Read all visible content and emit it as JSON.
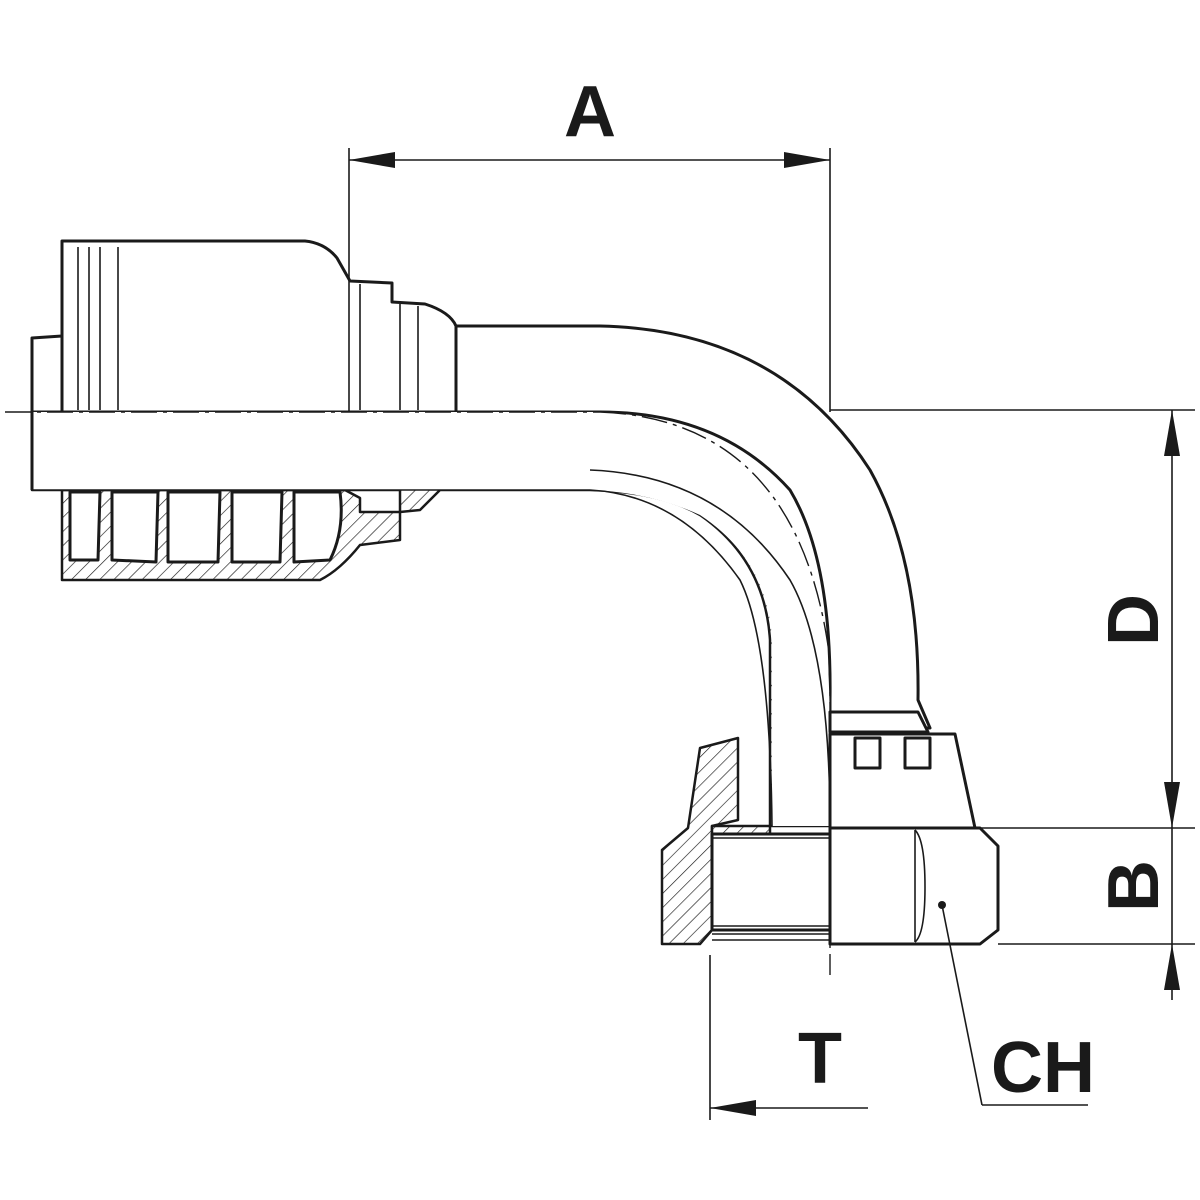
{
  "labels": {
    "a": "A",
    "d": "D",
    "b": "B",
    "t": "T",
    "ch": "CH"
  },
  "colors": {
    "ink": "#1a1a1a",
    "background": "#ffffff"
  }
}
